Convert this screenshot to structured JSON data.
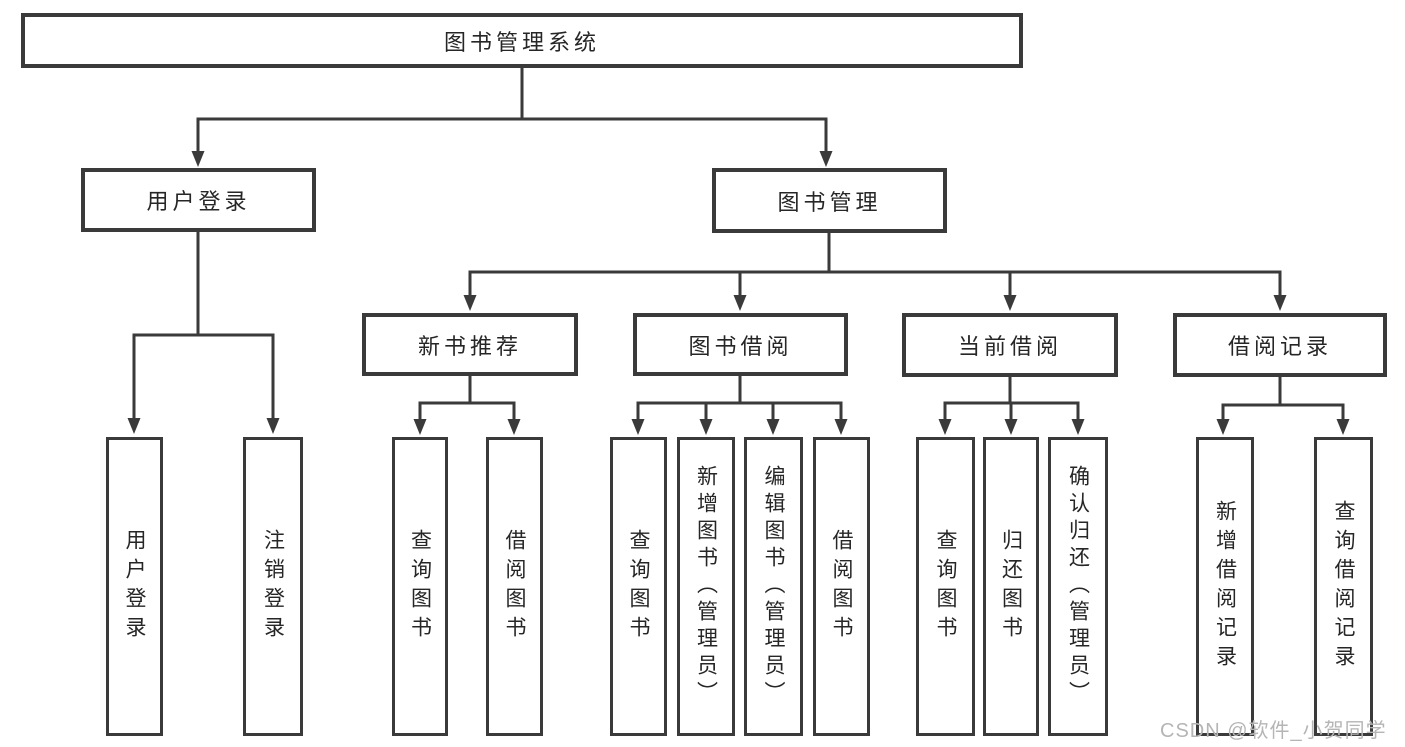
{
  "diagram": {
    "title": "图书管理系统",
    "nodes": {
      "root": {
        "label": "图书管理系统"
      },
      "login": {
        "label": "用户登录"
      },
      "mgmt": {
        "label": "图书管理"
      },
      "rec": {
        "label": "新书推荐"
      },
      "borrow": {
        "label": "图书借阅"
      },
      "current": {
        "label": "当前借阅"
      },
      "records": {
        "label": "借阅记录"
      },
      "login_user": {
        "label": "用户登录"
      },
      "login_logout": {
        "label": "注销登录"
      },
      "rec_query": {
        "label": "查询图书"
      },
      "rec_borrow": {
        "label": "借阅图书"
      },
      "borrow_query": {
        "label": "查询图书"
      },
      "borrow_add": {
        "label": "新增图书（管理员）"
      },
      "borrow_edit": {
        "label": "编辑图书（管理员）"
      },
      "borrow_borrow": {
        "label": "借阅图书"
      },
      "current_query": {
        "label": "查询图书"
      },
      "current_return": {
        "label": "归还图书"
      },
      "current_confirm": {
        "label": "确认归还（管理员）"
      },
      "records_add": {
        "label": "新增借阅记录"
      },
      "records_query": {
        "label": "查询借阅记录"
      }
    },
    "edges": [
      {
        "from": "root",
        "to": "login"
      },
      {
        "from": "root",
        "to": "mgmt"
      },
      {
        "from": "login",
        "to": "login_user"
      },
      {
        "from": "login",
        "to": "login_logout"
      },
      {
        "from": "mgmt",
        "to": "rec"
      },
      {
        "from": "mgmt",
        "to": "borrow"
      },
      {
        "from": "mgmt",
        "to": "current"
      },
      {
        "from": "mgmt",
        "to": "records"
      },
      {
        "from": "rec",
        "to": "rec_query"
      },
      {
        "from": "rec",
        "to": "rec_borrow"
      },
      {
        "from": "borrow",
        "to": "borrow_query"
      },
      {
        "from": "borrow",
        "to": "borrow_add"
      },
      {
        "from": "borrow",
        "to": "borrow_edit"
      },
      {
        "from": "borrow",
        "to": "borrow_borrow"
      },
      {
        "from": "current",
        "to": "current_query"
      },
      {
        "from": "current",
        "to": "current_return"
      },
      {
        "from": "current",
        "to": "current_confirm"
      },
      {
        "from": "records",
        "to": "records_add"
      },
      {
        "from": "records",
        "to": "records_query"
      }
    ],
    "colors": {
      "line": "#3a3a3a",
      "box_border": "#3a3a3a",
      "text": "#262626",
      "watermark": "#b5b5b5"
    }
  },
  "watermark": {
    "text": "CSDN @软件_小贺同学"
  }
}
